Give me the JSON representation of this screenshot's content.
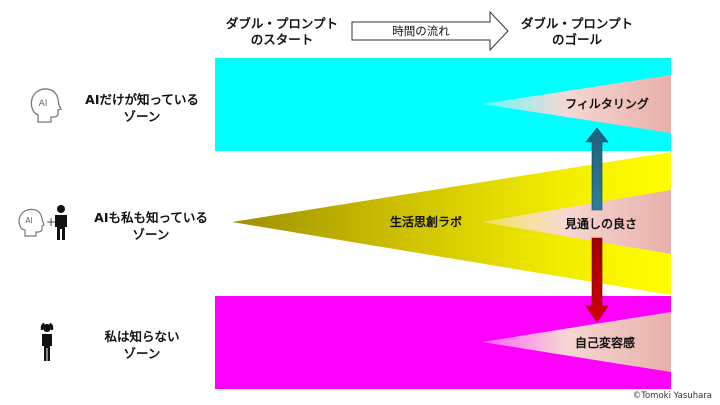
{
  "header": {
    "start_line1": "ダブル・プロンプト",
    "start_line2": "のスタート",
    "arrow_label": "時間の流れ",
    "goal_line1": "ダブル・プロンプト",
    "goal_line2": "のゴール"
  },
  "rows": [
    {
      "label_line1": "AIだけが知っている",
      "label_line2": "ゾーン",
      "color": "#00FFFF",
      "wedge_label": "フィルタリング"
    },
    {
      "label_line1": "AIも私も知っている",
      "label_line2": "ゾーン",
      "color": "#FFFF00",
      "wedge_label": "見通しの良さ",
      "cone_label": "生活思創ラボ"
    },
    {
      "label_line1": "私は知らない",
      "label_line2": "ゾーン",
      "color": "#FF00FF",
      "wedge_label": "自己変容感"
    }
  ],
  "icons": {
    "ai_head_text": "AI",
    "plus": "+"
  },
  "colors": {
    "up_arrow": "#1F6E8C",
    "down_arrow": "#C00000"
  },
  "credit": "©Tomoki Yasuhara"
}
